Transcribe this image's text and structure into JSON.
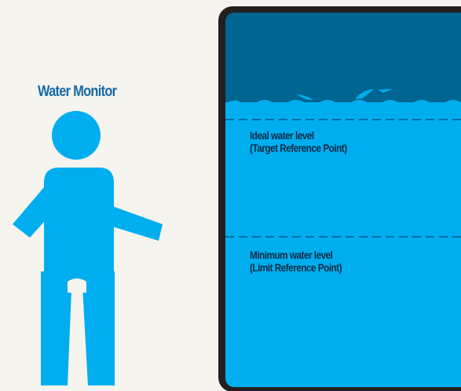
{
  "title": "Water Monitor",
  "levels": {
    "ideal": {
      "line1": "Ideal water level",
      "line2": "(Target Reference Point)"
    },
    "minimum": {
      "line1": "Minimum water level",
      "line2": "(Limit Reference Point)"
    }
  },
  "colors": {
    "background": "#f5f4ee",
    "water": "#00aeef",
    "air": "#006590",
    "tank_frame": "#231f20",
    "person": "#00aeef",
    "title": "#1669a8",
    "label_text": "#0b2b45"
  },
  "icons": {
    "person": "person-icon",
    "fish": "fish-icon"
  }
}
